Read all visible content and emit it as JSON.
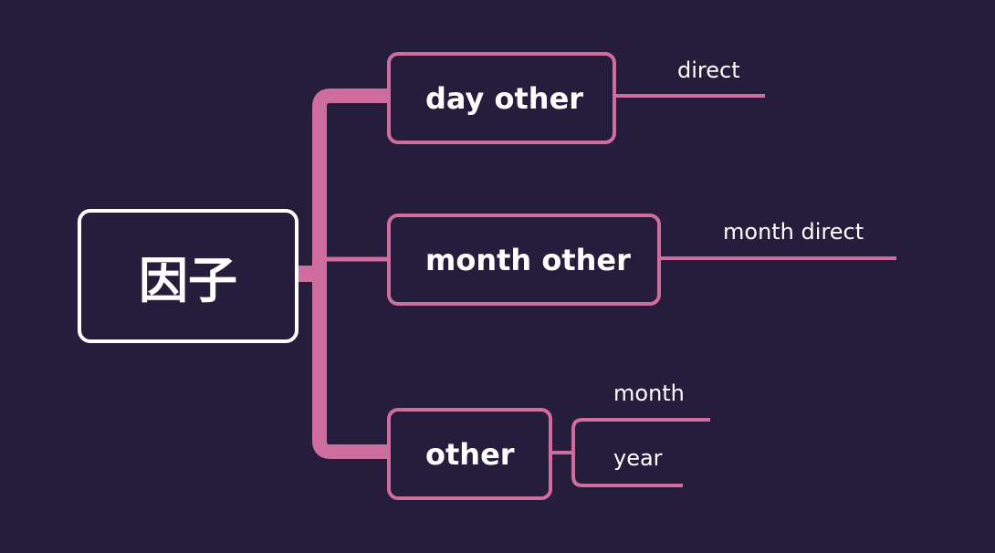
{
  "diagram": {
    "root": {
      "label": "因子"
    },
    "branches": [
      {
        "label": "day other",
        "children": [
          {
            "label": "direct"
          }
        ]
      },
      {
        "label": "month other",
        "children": [
          {
            "label": "month direct"
          }
        ]
      },
      {
        "label": "other",
        "children": [
          {
            "label": "month"
          },
          {
            "label": "year"
          }
        ]
      }
    ]
  },
  "colors": {
    "background": "#261c3b",
    "connector": "#cf6d9e",
    "root_border": "#ffffff",
    "text": "#ffffff"
  }
}
